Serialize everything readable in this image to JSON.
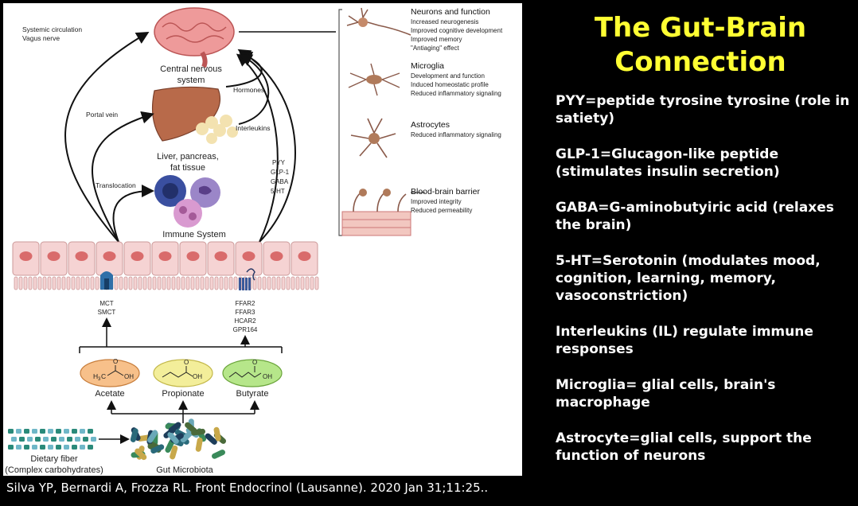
{
  "figure": {
    "left_labels": {
      "systemic_1": "Systemic circulation",
      "systemic_2": "Vagus nerve",
      "portal_vein": "Portal vein",
      "translocation": "Translocation"
    },
    "organs": {
      "cns_1": "Central nervous",
      "cns_2": "system",
      "liver_1": "Liver, pancreas,",
      "liver_2": "fat tissue",
      "immune": "Immune System"
    },
    "signals": {
      "hormones": "Hormones",
      "interleukins": "Interleukins",
      "pyy": "PYY",
      "glp1": "GLP-1",
      "gaba": "GABA",
      "ht5": "5-HT"
    },
    "receptors": {
      "left_1": "MCT",
      "left_2": "SMCT",
      "right_1": "FFAR2",
      "right_2": "FFAR3",
      "right_3": "HCAR2",
      "right_4": "GPR164"
    },
    "scfa": {
      "acetate": "Acetate",
      "propionate": "Propionate",
      "butyrate": "Butyrate",
      "acetate_h3c": "H",
      "acetate_h3c_sub": "3",
      "acetate_h3c_c": "C",
      "o": "O",
      "oh": "OH"
    },
    "bottom": {
      "fiber_1": "Dietary fiber",
      "fiber_2": "(Complex carbohydrates)",
      "microbiota": "Gut Microbiota"
    },
    "panels": [
      {
        "title": "Neurons and function",
        "lines": [
          "Increased neurogenesis",
          "Improved cognitive development",
          "Improved memory",
          "\"Antiaging\" effect"
        ]
      },
      {
        "title": "Microglia",
        "lines": [
          "Development and function",
          "Induced homeostatic profile",
          "Reduced inflammatory signaling"
        ]
      },
      {
        "title": "Astrocytes",
        "lines": [
          "Reduced inflammatory signaling"
        ]
      },
      {
        "title": "Blood-brain barrier",
        "lines": [
          "Improved integrity",
          "Reduced permeability"
        ]
      }
    ]
  },
  "citation": "Silva YP, Bernardi A, Frozza RL. Front Endocrinol (Lausanne). 2020 Jan 31;11:25..",
  "title": {
    "line1": "The Gut-Brain",
    "line2": "Connection"
  },
  "notes": [
    "PYY=peptide tyrosine tyrosine (role in satiety)",
    "GLP-1=Glucagon-like peptide (stimulates insulin secretion)",
    "GABA=G-aminobutyiric acid (relaxes the brain)",
    "5-HT=Serotonin (modulates mood, cognition, learning, memory, vasoconstriction)",
    "Interleukins (IL) regulate immune responses",
    "Microglia= glial cells, brain's macrophage",
    "Astrocyte=glial cells, support the function of neurons"
  ],
  "colors": {
    "title": "#ffff33",
    "acetate_fill": "#f7c08a",
    "propionate_fill": "#f3ee9a",
    "butyrate_fill": "#b6e68a",
    "gut_cell": "#f5d3d3",
    "nucleus": "#d96b6b",
    "brain": "#ee9a9a",
    "liver": "#b86a4a"
  },
  "icons": [
    "brain-icon",
    "liver-icon",
    "pancreas-icon",
    "immune-cell-icon",
    "neuron-icon",
    "microglia-icon",
    "astrocyte-icon",
    "bbb-icon",
    "mct-transporter-icon",
    "ffar-receptor-icon",
    "fiber-chain-icon",
    "bacteria-icon"
  ]
}
